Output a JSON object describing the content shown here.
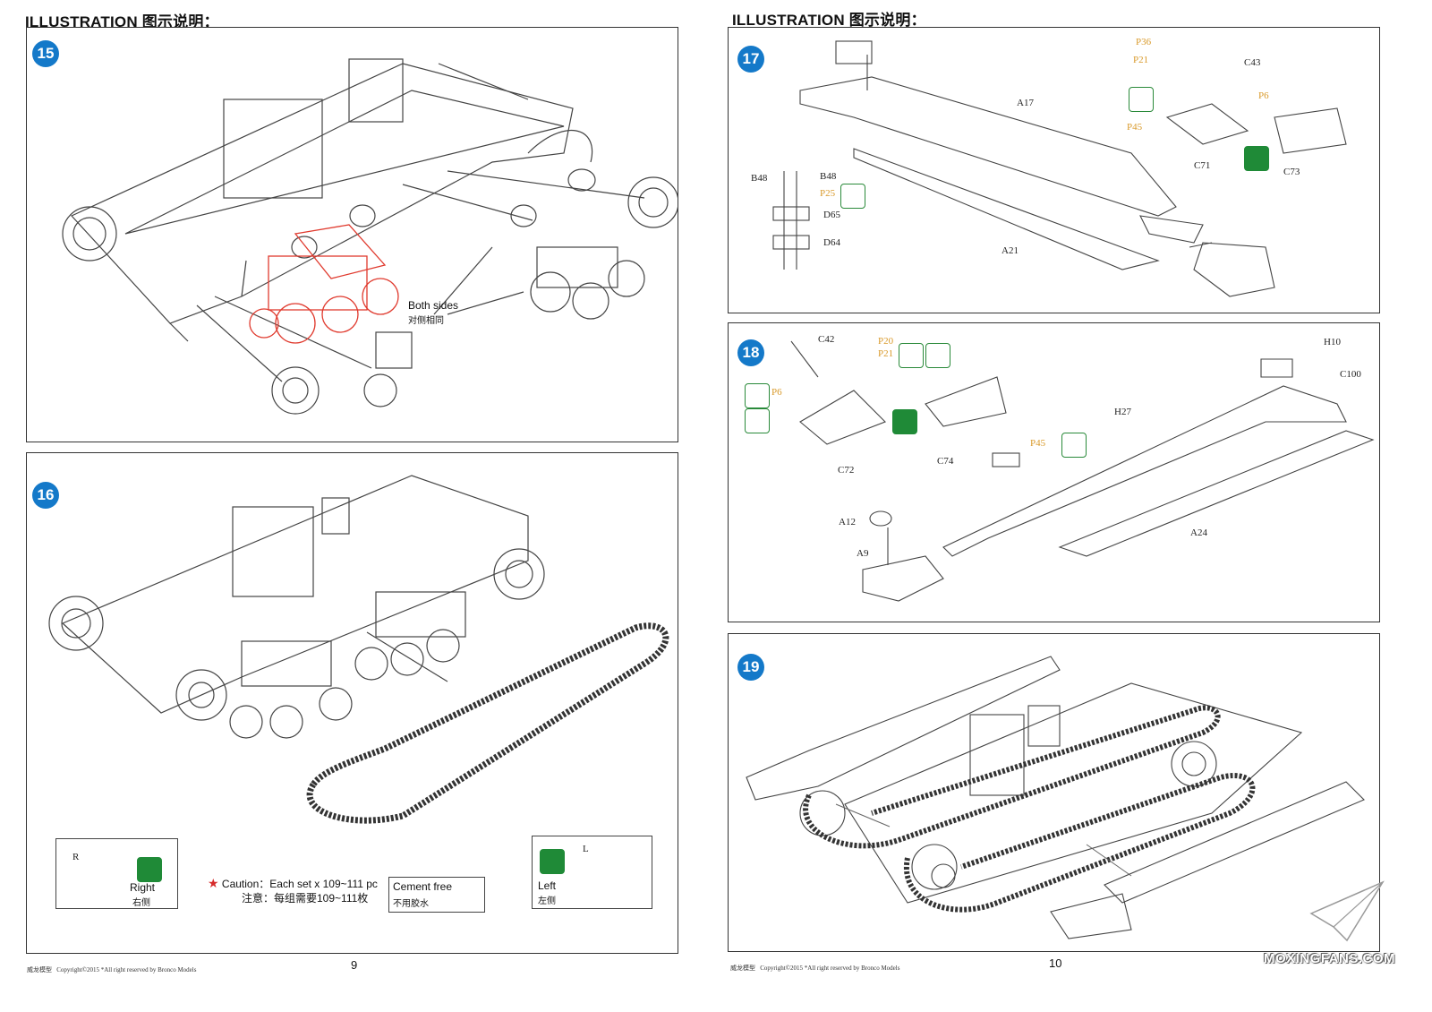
{
  "pages": [
    {
      "header": "ILLUSTRATION 图示说明：",
      "page_number": "9",
      "footer_brand": "威龙模型",
      "footer_copyright": "Copyright©2015 *All right reserved by Bronco Models"
    },
    {
      "header": "ILLUSTRATION 图示说明：",
      "page_number": "10",
      "footer_brand": "威龙模型",
      "footer_copyright": "Copyright©2015 *All right reserved by Bronco Models"
    }
  ],
  "steps": {
    "s15": {
      "number": "15",
      "both_sides_en": "Both sides",
      "both_sides_cn": "对侧相同"
    },
    "s16": {
      "number": "16",
      "right_letter": "R",
      "right_en": "Right",
      "right_cn": "右侧",
      "left_letter": "L",
      "left_en": "Left",
      "left_cn": "左侧",
      "caution_en": "Caution：Each set x 109~111 pc",
      "caution_cn": "注意：每组需要109~111枚",
      "cement_en": "Cement free",
      "cement_cn": "不用胶水"
    },
    "s17": {
      "number": "17",
      "parts": [
        "P36",
        "P21",
        "C43",
        "P6",
        "A17",
        "P45",
        "C71",
        "C73",
        "B48",
        "B48",
        "P25",
        "D65",
        "D64",
        "A21"
      ]
    },
    "s18": {
      "number": "18",
      "parts": [
        "C42",
        "P20",
        "P21",
        "P6",
        "H10",
        "C100",
        "H27",
        "P45",
        "C72",
        "C74",
        "A12",
        "A9",
        "A24"
      ]
    },
    "s19": {
      "number": "19"
    }
  },
  "watermark": "MOXINGFANS.COM",
  "colors": {
    "step_badge": "#1479c9",
    "glue_icon": "#1f8a37",
    "photo_etch_label": "#d99a2b",
    "highlight_part": "#e03a2e"
  }
}
